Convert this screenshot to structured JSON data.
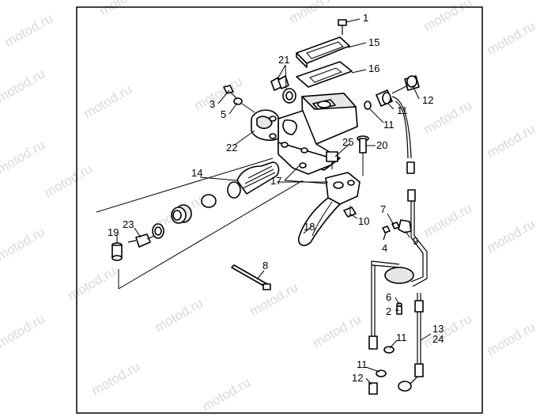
{
  "watermark": {
    "text": "motod.ru"
  },
  "callouts": [
    {
      "id": "1",
      "text": "1"
    },
    {
      "id": "15",
      "text": "15"
    },
    {
      "id": "21",
      "text": "21"
    },
    {
      "id": "16",
      "text": "16"
    },
    {
      "id": "3",
      "text": "3"
    },
    {
      "id": "5",
      "text": "5"
    },
    {
      "id": "12a",
      "text": "12"
    },
    {
      "id": "11a",
      "text": "11"
    },
    {
      "id": "11b",
      "text": "11"
    },
    {
      "id": "22",
      "text": "22"
    },
    {
      "id": "25",
      "text": "25"
    },
    {
      "id": "20",
      "text": "20"
    },
    {
      "id": "14",
      "text": "14"
    },
    {
      "id": "17",
      "text": "17"
    },
    {
      "id": "7",
      "text": "7"
    },
    {
      "id": "10",
      "text": "10"
    },
    {
      "id": "9",
      "text": "9"
    },
    {
      "id": "4",
      "text": "4"
    },
    {
      "id": "23",
      "text": "23"
    },
    {
      "id": "18",
      "text": "18"
    },
    {
      "id": "19",
      "text": "19"
    },
    {
      "id": "8",
      "text": "8"
    },
    {
      "id": "6",
      "text": "6"
    },
    {
      "id": "2",
      "text": "2"
    },
    {
      "id": "13",
      "text": "13"
    },
    {
      "id": "24",
      "text": "24"
    },
    {
      "id": "11c",
      "text": "11"
    },
    {
      "id": "11d",
      "text": "11"
    },
    {
      "id": "12b",
      "text": "12"
    }
  ]
}
